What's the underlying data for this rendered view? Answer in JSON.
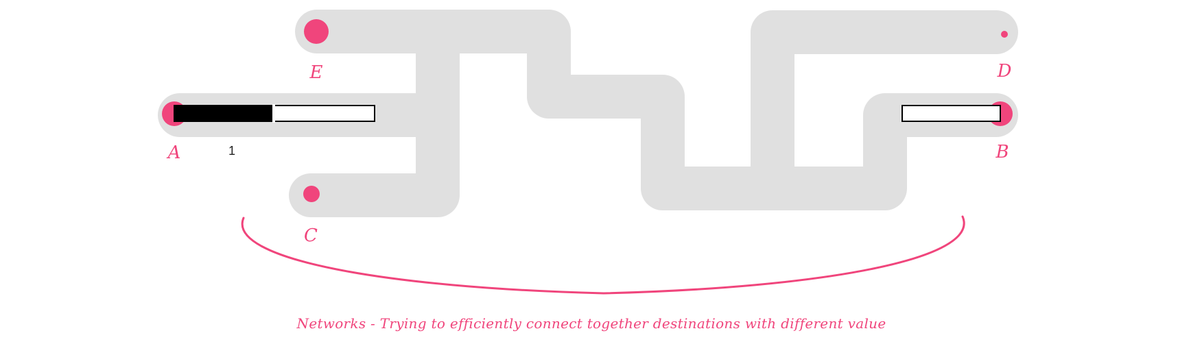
{
  "colors": {
    "accent": "#f0457c",
    "road": "#e0e0e0",
    "bar_fill": "#000000",
    "bar_empty": "#ffffff"
  },
  "nodes": [
    {
      "id": "A",
      "label": "A"
    },
    {
      "id": "B",
      "label": "B"
    },
    {
      "id": "C",
      "label": "C"
    },
    {
      "id": "D",
      "label": "D"
    },
    {
      "id": "E",
      "label": "E"
    }
  ],
  "progress": {
    "A": {
      "value": 0.5,
      "label": "1"
    },
    "B": {
      "value": 0
    }
  },
  "caption": "Networks - Trying to efficiently connect together destinations with different value"
}
